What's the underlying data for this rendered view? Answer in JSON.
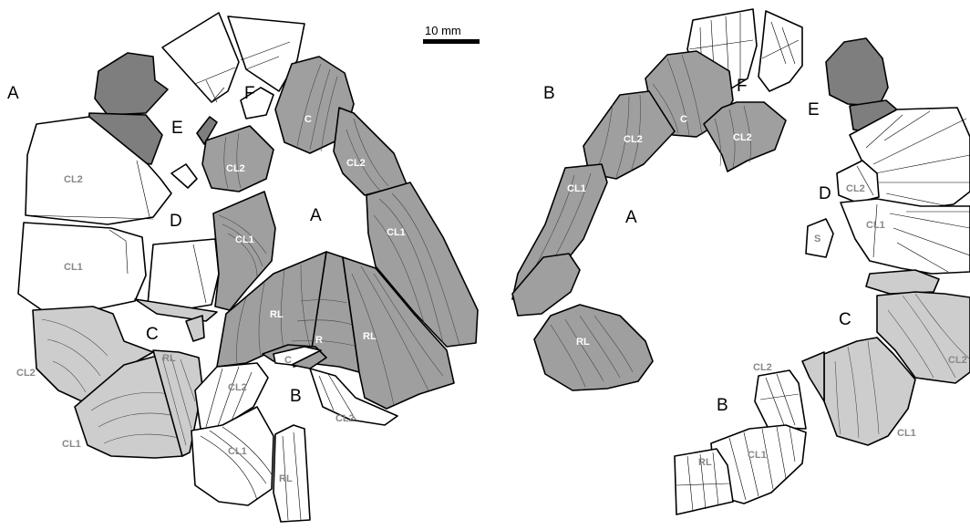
{
  "colors": {
    "dark": "#7e7e7e",
    "medium": "#9f9f9f",
    "light": "#cdcdcd",
    "white": "#ffffff",
    "label_on_grey": "#ffffff",
    "label_on_white": "#888888"
  },
  "scale_bar": {
    "label": "10 mm"
  },
  "left_figure": {
    "region_labels": {
      "a_outer": "A",
      "a_center": "A",
      "b": "B",
      "c": "C",
      "d": "D",
      "e": "E",
      "f": "F"
    },
    "plate_labels": {
      "cl2_topright": "CL2",
      "cl1_right": "CL1",
      "c_top": "C",
      "cl2_inner": "CL2",
      "cl1_inner": "CL1",
      "rl_left": "RL",
      "r_center": "R",
      "rl_right": "RL",
      "cl2_white_left": "CL2",
      "cl1_white_left": "CL1",
      "cl2_bottom_left": "CL2",
      "cl1_bottom_left": "CL1",
      "rl_c": "RL",
      "cl2_b": "CL2",
      "c_b": "C",
      "cl1_b": "CL1",
      "rl_b": "RL",
      "cl2_b_right": "CL2"
    }
  },
  "right_figure": {
    "region_labels": {
      "b_top": "B",
      "a": "A",
      "f": "F",
      "e": "E",
      "d": "D",
      "c": "C",
      "b_bottom": "B"
    },
    "plate_labels": {
      "c_top": "C",
      "cl2_top_left": "CL2",
      "cl2_top_right": "CL2",
      "cl1_left": "CL1",
      "rl_bottom": "RL",
      "cl2_d": "CL2",
      "cl1_d": "CL1",
      "s": "S",
      "cl2_c": "CL2",
      "cl1_c": "CL1",
      "cl2_b": "CL2",
      "cl1_b": "CL1",
      "rl_b": "RL"
    }
  }
}
